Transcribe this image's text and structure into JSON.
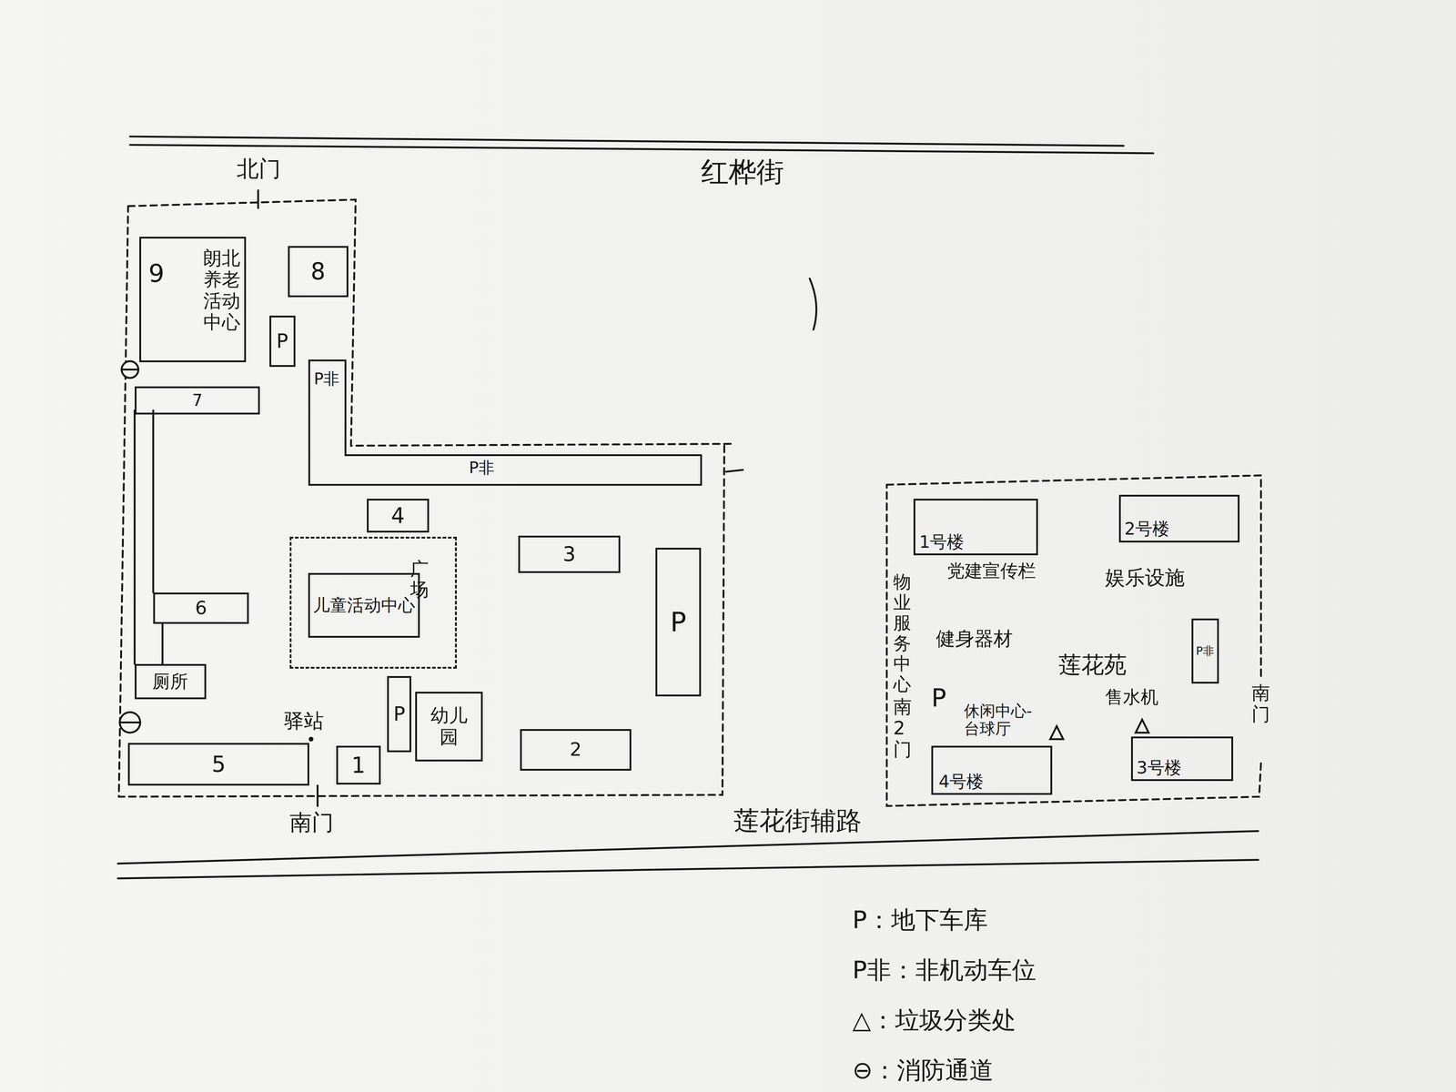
{
  "diagram": {
    "nodes": [
      {
        "text": [
          "9",
          "朗北养老活动中心"
        ]
      },
      {
        "text": [
          "8"
        ]
      },
      {
        "text": [
          "P"
        ]
      },
      {
        "text": [
          "P非",
          "P非"
        ]
      },
      {
        "text": [
          "7"
        ]
      },
      {
        "text": [
          "4"
        ]
      },
      {
        "text": [
          "广场"
        ]
      },
      {
        "text": [
          "儿童活动中心"
        ],
        "in": 6
      },
      {
        "text": [
          "3"
        ]
      },
      {
        "text": [
          "P"
        ]
      },
      {
        "text": [
          "6"
        ]
      },
      {
        "text": [
          "厕所"
        ]
      },
      {
        "text": [
          "P"
        ]
      },
      {
        "text": [
          "幼儿园"
        ]
      },
      {
        "text": [
          "2"
        ]
      },
      {
        "text": [
          "5"
        ]
      },
      {
        "text": [
          "1"
        ]
      },
      {
        "text": [
          "1号楼"
        ]
      },
      {
        "text": [
          "2号楼"
        ]
      },
      {
        "text": [
          "P非"
        ]
      },
      {
        "text": [
          "4号楼"
        ]
      },
      {
        "text": [
          "3号楼"
        ]
      }
    ],
    "labels": [
      "北门",
      "红桦街",
      "驿站",
      "南门",
      "莲花街辅路",
      "党建宣传栏",
      "娱乐设施",
      "物业服务中心",
      "健身器材",
      "莲花苑",
      "售水机",
      "P",
      "南2门",
      "休闲中心-台球厅",
      "南门"
    ],
    "legend": [
      {
        "text": "P：地下车库"
      },
      {
        "text": "P非：非机动车位"
      },
      {
        "text": "△：垃圾分类处"
      },
      {
        "text": "⊖：消防通道"
      }
    ]
  }
}
